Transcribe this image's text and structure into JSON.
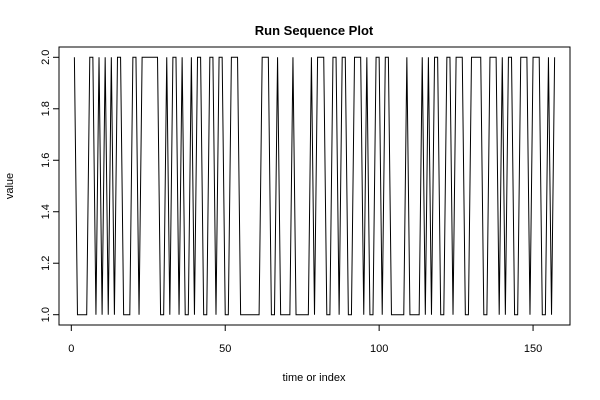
{
  "chart_data": {
    "type": "line",
    "title": "Run Sequence Plot",
    "xlabel": "time or index",
    "ylabel": "value",
    "xlim": [
      -4,
      162
    ],
    "ylim": [
      0.96,
      2.04
    ],
    "xticks": [
      0,
      50,
      100,
      150
    ],
    "yticks": [
      1.0,
      1.2,
      1.4,
      1.6,
      1.8,
      2.0
    ],
    "ytick_labels": [
      "1.0",
      "1.2",
      "1.4",
      "1.6",
      "1.8",
      "2.0"
    ],
    "grid": false,
    "series": [
      {
        "x": [
          1,
          2,
          3,
          4,
          5,
          6,
          7,
          8,
          9,
          10,
          11,
          12,
          13,
          14,
          15,
          16,
          17,
          18,
          19,
          20,
          21,
          22,
          23,
          24,
          25,
          26,
          27,
          28,
          29,
          30,
          31,
          32,
          33,
          34,
          35,
          36,
          37,
          38,
          39,
          40,
          41,
          42,
          43,
          44,
          45,
          46,
          47,
          48,
          49,
          50,
          51,
          52,
          53,
          54,
          55,
          56,
          57,
          58,
          59,
          60,
          61,
          62,
          63,
          64,
          65,
          66,
          67,
          68,
          69,
          70,
          71,
          72,
          73,
          74,
          75,
          76,
          77,
          78,
          79,
          80,
          81,
          82,
          83,
          84,
          85,
          86,
          87,
          88,
          89,
          90,
          91,
          92,
          93,
          94,
          95,
          96,
          97,
          98,
          99,
          100,
          101,
          102,
          103,
          104,
          105,
          106,
          107,
          108,
          109,
          110,
          111,
          112,
          113,
          114,
          115,
          116,
          117,
          118,
          119,
          120,
          121,
          122,
          123,
          124,
          125,
          126,
          127,
          128,
          129,
          130,
          131,
          132,
          133,
          134,
          135,
          136,
          137,
          138,
          139,
          140,
          141,
          142,
          143,
          144,
          145,
          146,
          147,
          148,
          149,
          150,
          151,
          152,
          153,
          154,
          155,
          156,
          157
        ],
        "values": [
          2,
          1,
          1,
          1,
          1,
          2,
          2,
          1,
          2,
          1,
          2,
          1,
          2,
          1,
          2,
          2,
          1,
          1,
          1,
          2,
          2,
          1,
          2,
          2,
          2,
          2,
          2,
          2,
          1,
          1,
          2,
          1,
          2,
          2,
          1,
          2,
          1,
          1,
          2,
          1,
          2,
          2,
          1,
          1,
          2,
          2,
          1,
          2,
          2,
          1,
          1,
          2,
          2,
          2,
          1,
          1,
          1,
          1,
          1,
          1,
          1,
          2,
          2,
          2,
          1,
          1,
          2,
          1,
          1,
          1,
          1,
          2,
          1,
          1,
          1,
          1,
          1,
          2,
          1,
          2,
          2,
          2,
          1,
          1,
          2,
          2,
          1,
          2,
          2,
          1,
          1,
          2,
          2,
          2,
          1,
          2,
          1,
          1,
          2,
          2,
          1,
          2,
          2,
          1,
          1,
          1,
          1,
          1,
          2,
          1,
          1,
          1,
          1,
          2,
          1,
          2,
          1,
          2,
          2,
          1,
          1,
          2,
          2,
          1,
          2,
          2,
          2,
          1,
          1,
          2,
          2,
          2,
          2,
          1,
          1,
          2,
          2,
          2,
          1,
          2,
          1,
          2,
          2,
          1,
          1,
          2,
          2,
          2,
          1,
          2,
          2,
          2,
          1,
          1,
          2,
          1,
          2
        ]
      }
    ]
  }
}
